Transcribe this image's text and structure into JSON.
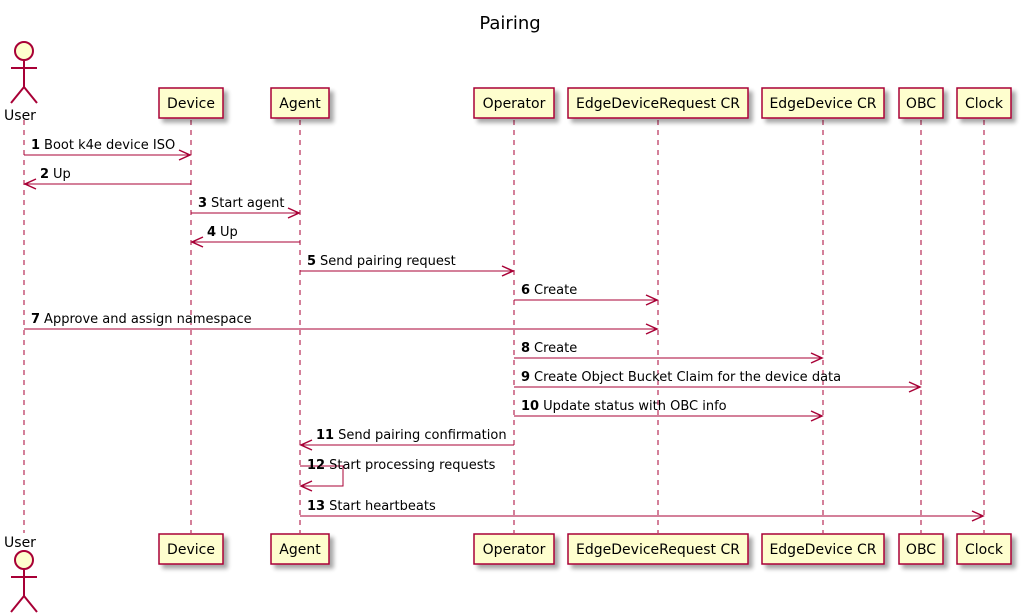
{
  "title": "Pairing",
  "colors": {
    "arrow": "#A80036",
    "box_fill": "#FEFECE",
    "box_stroke": "#A80036",
    "shadow": "#C8C8C8",
    "background": "#FFFFFF"
  },
  "participants": [
    {
      "id": "user",
      "label": "User",
      "kind": "actor"
    },
    {
      "id": "device",
      "label": "Device",
      "kind": "box"
    },
    {
      "id": "agent",
      "label": "Agent",
      "kind": "box"
    },
    {
      "id": "operator",
      "label": "Operator",
      "kind": "box"
    },
    {
      "id": "edr",
      "label": "EdgeDeviceRequest CR",
      "kind": "box"
    },
    {
      "id": "ed",
      "label": "EdgeDevice CR",
      "kind": "box"
    },
    {
      "id": "obc",
      "label": "OBC",
      "kind": "box"
    },
    {
      "id": "clock",
      "label": "Clock",
      "kind": "box"
    }
  ],
  "messages": [
    {
      "num": "1",
      "text": "Boot k4e device ISO",
      "from": "user",
      "to": "device"
    },
    {
      "num": "2",
      "text": "Up",
      "from": "device",
      "to": "user"
    },
    {
      "num": "3",
      "text": "Start agent",
      "from": "device",
      "to": "agent"
    },
    {
      "num": "4",
      "text": "Up",
      "from": "agent",
      "to": "device"
    },
    {
      "num": "5",
      "text": "Send pairing request",
      "from": "agent",
      "to": "operator"
    },
    {
      "num": "6",
      "text": "Create",
      "from": "operator",
      "to": "edr"
    },
    {
      "num": "7",
      "text": "Approve and assign namespace",
      "from": "user",
      "to": "edr"
    },
    {
      "num": "8",
      "text": "Create",
      "from": "operator",
      "to": "ed"
    },
    {
      "num": "9",
      "text": "Create Object Bucket Claim for the device data",
      "from": "operator",
      "to": "obc"
    },
    {
      "num": "10",
      "text": "Update status with OBC info",
      "from": "operator",
      "to": "ed"
    },
    {
      "num": "11",
      "text": "Send pairing confirmation",
      "from": "operator",
      "to": "agent"
    },
    {
      "num": "12",
      "text": "Start processing requests",
      "from": "agent",
      "to": "agent"
    },
    {
      "num": "13",
      "text": "Start heartbeats",
      "from": "agent",
      "to": "clock"
    }
  ]
}
